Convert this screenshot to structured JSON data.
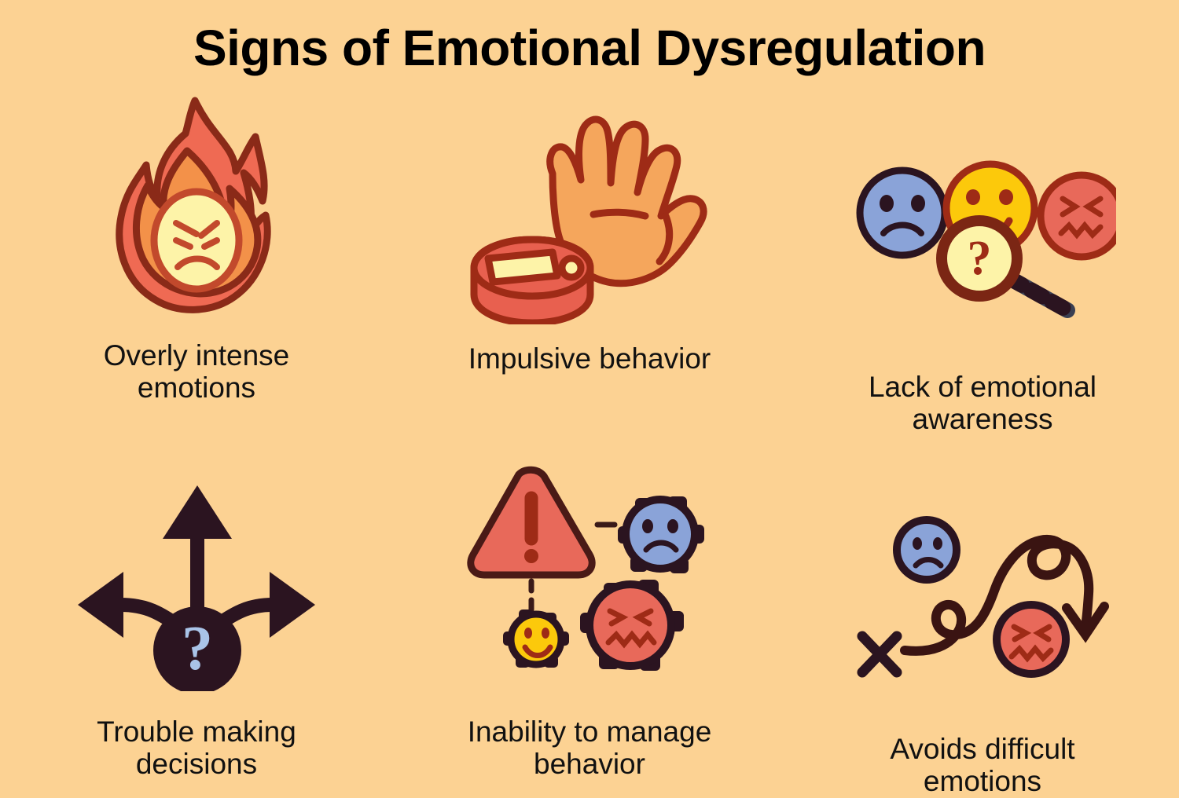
{
  "page": {
    "title": "Signs of Emotional Dysregulation",
    "background_color": "#fcd293",
    "text_color": "#111111",
    "title_color": "#000000"
  },
  "palette": {
    "background": "#fcd293",
    "flame_outer": "#ef6a53",
    "flame_inner": "#f39149",
    "cream": "#fdf3a8",
    "red_salmon": "#e8695a",
    "dark_red_outline": "#9e2b16",
    "skin_orange": "#f5a65c",
    "blue_face": "#8aa3d8",
    "yellow_face": "#fcc90b",
    "dark_ink": "#2b1420",
    "question_blue": "#a9c4e8"
  },
  "items": [
    {
      "id": "overly-intense-emotions",
      "icon": "flame-with-angry-face-icon",
      "label": "Overly intense emotions"
    },
    {
      "id": "impulsive-behavior",
      "icon": "hand-pressing-button-icon",
      "label": "Impulsive behavior"
    },
    {
      "id": "lack-of-emotional-awareness",
      "icon": "faces-with-magnifying-glass-icon",
      "label": "Lack of emotional awareness"
    },
    {
      "id": "trouble-making-decisions",
      "icon": "question-mark-three-arrows-icon",
      "label": "Trouble making decisions"
    },
    {
      "id": "inability-to-manage-behavior",
      "icon": "warning-triangle-gear-faces-icon",
      "label": "Inability to manage behavior"
    },
    {
      "id": "avoids-difficult-emotions",
      "icon": "winding-arrow-avoiding-faces-icon",
      "label": "Avoids difficult emotions"
    }
  ]
}
